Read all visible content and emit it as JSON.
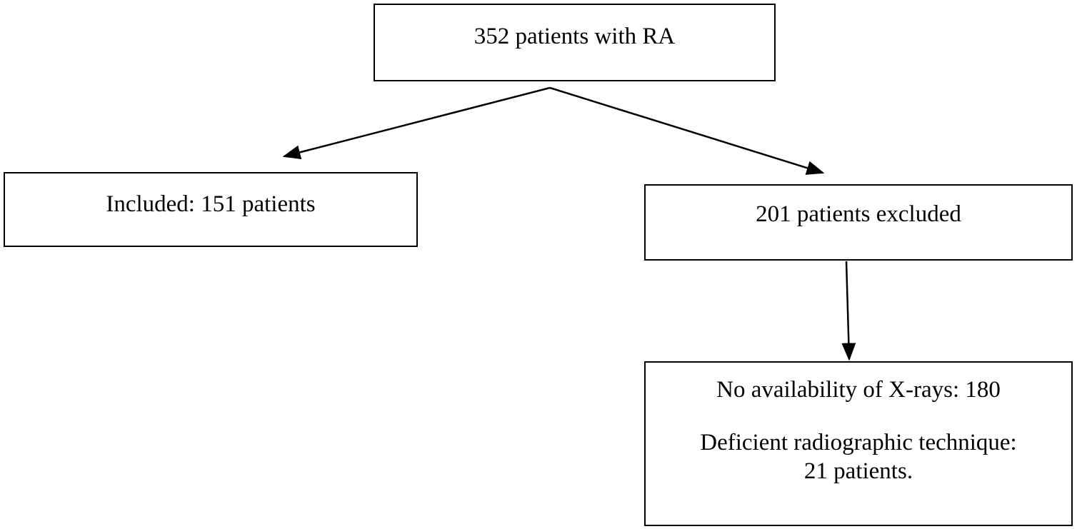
{
  "flowchart": {
    "total": {
      "text": "352 patients with RA"
    },
    "included": {
      "text": "Included: 151 patients"
    },
    "excluded": {
      "text": "201 patients excluded"
    },
    "exclusion_reasons": {
      "line1": "No availability of X-rays: 180",
      "line2": "Deficient radiographic technique:",
      "line3": "21 patients."
    },
    "colors": {
      "stroke": "#000000",
      "background": "#ffffff"
    }
  }
}
